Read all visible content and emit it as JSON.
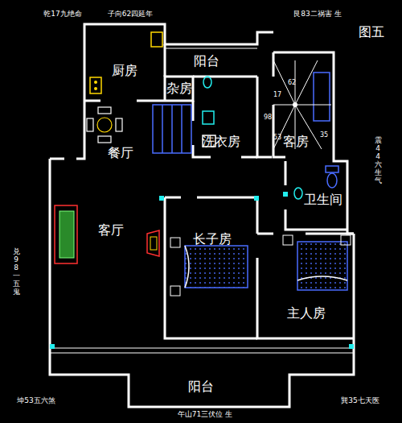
{
  "diagram": {
    "title": "图五",
    "nodes": [
      {
        "text": [
          "厨房"
        ]
      },
      {
        "text": [
          "阳台"
        ]
      },
      {
        "text": [
          "杂房"
        ]
      },
      {
        "text": [
          "洗衣房"
        ]
      },
      {
        "text": [
          "客房"
        ]
      },
      {
        "text": [
          "餐厅"
        ]
      },
      {
        "text": [
          "客厅"
        ]
      },
      {
        "text": [
          "卫生间"
        ]
      },
      {
        "text": [
          "长子房"
        ]
      },
      {
        "text": [
          "主人房"
        ]
      },
      {
        "text": [
          "阳台"
        ]
      }
    ],
    "labels": [
      "乾17九绝命",
      "子向62四延年",
      "艮83二祸害 生",
      "震44六生气",
      "兑98一五鬼",
      "坤53五六煞",
      "午山71三伏位 生",
      "巽35七天医",
      "62",
      "17",
      "98",
      "53",
      "35"
    ]
  }
}
